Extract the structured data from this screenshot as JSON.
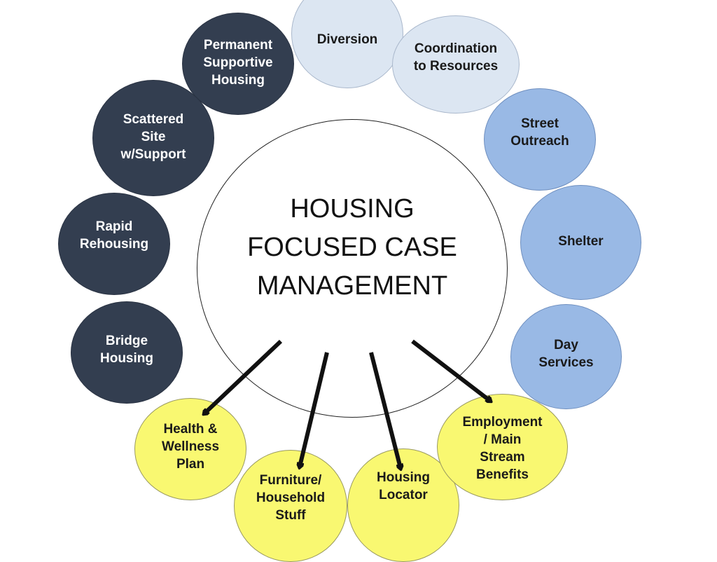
{
  "center": {
    "title": "HOUSING\nFOCUSED CASE\nMANAGEMENT"
  },
  "nodes": {
    "diversion": "Diversion",
    "coordination": "Coordination\nto Resources",
    "street_outreach": "Street\nOutreach",
    "shelter": "Shelter",
    "day_services": "Day\nServices",
    "permanent_supportive": "Permanent\nSupportive\nHousing",
    "scattered_site": "Scattered\nSite\nw/Support",
    "rapid_rehousing": "Rapid\nRehousing",
    "bridge_housing": "Bridge\nHousing",
    "health_wellness": "Health &\nWellness\nPlan",
    "furniture": "Furniture/\nHousehold\nStuff",
    "housing_locator": "Housing\nLocator",
    "employment": "Employment\n/ Main\nStream\nBenefits"
  },
  "colors": {
    "dark_navy": "#333e50",
    "pale_blue": "#dce6f2",
    "medium_blue": "#99b9e5",
    "yellow": "#f9f871",
    "arrow": "#111111"
  }
}
